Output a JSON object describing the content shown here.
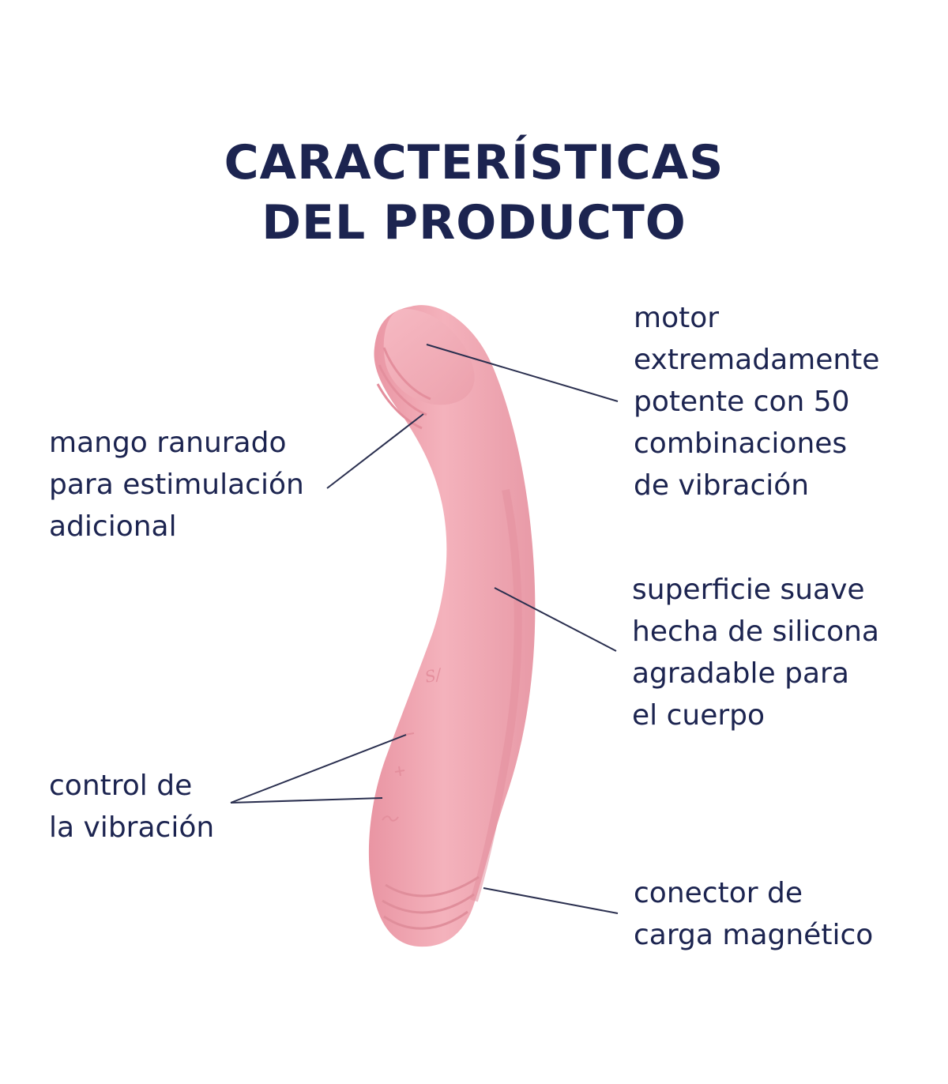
{
  "title": {
    "line1": "CARACTERÍSTICAS",
    "line2": "DEL PRODUCTO"
  },
  "callouts": {
    "motor": [
      "motor",
      "extremadamente",
      "potente con 50",
      "combinaciones",
      "de vibración"
    ],
    "grooved_handle": [
      "mango ranurado",
      "para estimulación",
      "adicional"
    ],
    "surface": [
      "superficie suave",
      "hecha de silicona",
      "agradable para",
      "el cuerpo"
    ],
    "vibration_control": [
      "control de",
      "la vibración"
    ],
    "charger": [
      "conector de",
      "carga magnético"
    ]
  },
  "colors": {
    "text": "#1c2450",
    "product_pink": "#f2a9b4",
    "product_shadow": "#e08c9a",
    "product_highlight": "#fbd0d6",
    "leader_line": "#2a2f4f"
  },
  "icons": {
    "brand_mark": "brand-logo-icon",
    "minus": "minus-icon",
    "plus": "plus-icon",
    "wave": "wave-mode-icon"
  }
}
